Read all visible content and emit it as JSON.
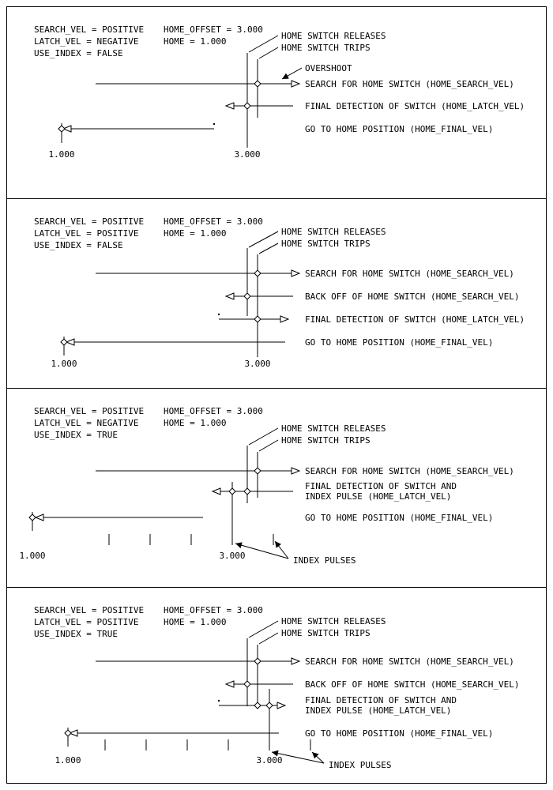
{
  "colors": {
    "line": "#000000",
    "background": "#ffffff"
  },
  "panels": [
    {
      "params_left": [
        "SEARCH_VEL = POSITIVE",
        "LATCH_VEL = NEGATIVE",
        "USE_INDEX = FALSE"
      ],
      "params_right": [
        "HOME_OFFSET = 3.000",
        "HOME = 1.000"
      ],
      "callout_releases": "HOME SWITCH RELEASES",
      "callout_trips": "HOME SWITCH TRIPS",
      "callout_overshoot": "OVERSHOOT",
      "row_search": "SEARCH FOR HOME SWITCH (HOME_SEARCH_VEL)",
      "row_final": "FINAL DETECTION OF SWITCH (HOME_LATCH_VEL)",
      "row_gohome": "GO TO HOME POSITION (HOME_FINAL_VEL)",
      "pos_home": "1.000",
      "pos_offset": "3.000"
    },
    {
      "params_left": [
        "SEARCH_VEL = POSITIVE",
        "LATCH_VEL = POSITIVE",
        "USE_INDEX = FALSE"
      ],
      "params_right": [
        "HOME_OFFSET = 3.000",
        "HOME = 1.000"
      ],
      "callout_releases": "HOME SWITCH RELEASES",
      "callout_trips": "HOME SWITCH TRIPS",
      "row_search": "SEARCH FOR HOME SWITCH (HOME_SEARCH_VEL)",
      "row_backoff": "BACK OFF OF HOME SWITCH (HOME_SEARCH_VEL)",
      "row_final": "FINAL DETECTION OF SWITCH (HOME_LATCH_VEL)",
      "row_gohome": "GO TO HOME POSITION (HOME_FINAL_VEL)",
      "pos_home": "1.000",
      "pos_offset": "3.000"
    },
    {
      "params_left": [
        "SEARCH_VEL = POSITIVE",
        "LATCH_VEL = NEGATIVE",
        "USE_INDEX = TRUE"
      ],
      "params_right": [
        "HOME_OFFSET = 3.000",
        "HOME = 1.000"
      ],
      "callout_releases": "HOME SWITCH RELEASES",
      "callout_trips": "HOME SWITCH TRIPS",
      "row_search": "SEARCH FOR HOME SWITCH (HOME_SEARCH_VEL)",
      "row_final_line1": "FINAL DETECTION OF SWITCH AND",
      "row_final_line2": "INDEX PULSE (HOME_LATCH_VEL)",
      "row_gohome": "GO TO HOME POSITION (HOME_FINAL_VEL)",
      "index_pulses_label": "INDEX PULSES",
      "pos_home": "1.000",
      "pos_offset": "3.000"
    },
    {
      "params_left": [
        "SEARCH_VEL = POSITIVE",
        "LATCH_VEL = POSITIVE",
        "USE_INDEX = TRUE"
      ],
      "params_right": [
        "HOME_OFFSET = 3.000",
        "HOME = 1.000"
      ],
      "callout_releases": "HOME SWITCH RELEASES",
      "callout_trips": "HOME SWITCH TRIPS",
      "row_search": "SEARCH FOR HOME SWITCH (HOME_SEARCH_VEL)",
      "row_backoff": "BACK OFF OF HOME SWITCH (HOME_SEARCH_VEL)",
      "row_final_line1": "FINAL DETECTION OF SWITCH AND",
      "row_final_line2": "INDEX PULSE (HOME_LATCH_VEL)",
      "row_gohome": "GO TO HOME POSITION (HOME_FINAL_VEL)",
      "index_pulses_label": "INDEX PULSES",
      "pos_home": "1.000",
      "pos_offset": "3.000"
    }
  ]
}
